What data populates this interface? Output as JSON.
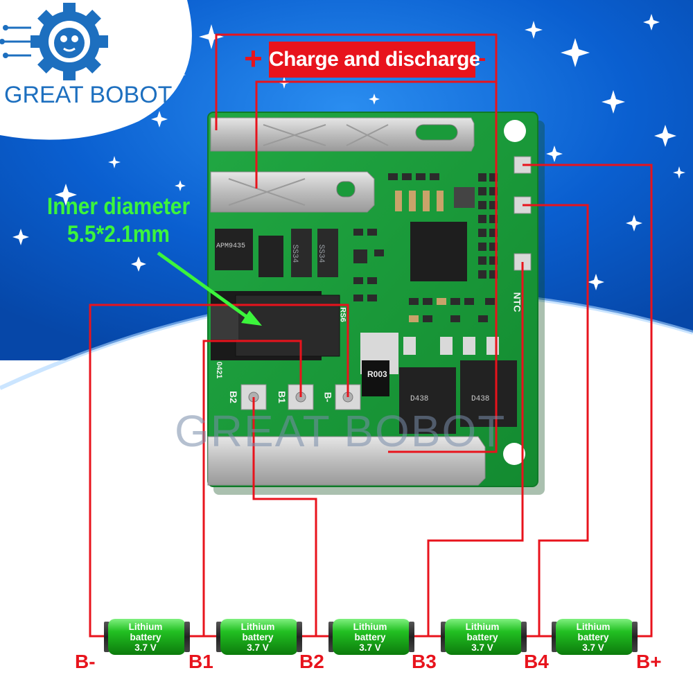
{
  "brand": {
    "name": "GREAT BOBOT",
    "watermark": "GREAT BOBOT"
  },
  "charge_label": {
    "text": "Charge and discharge",
    "plus": "+",
    "minus": "-"
  },
  "inner_diameter": {
    "line1": "Inner diameter",
    "line2": "5.5*2.1mm"
  },
  "board": {
    "silkscreen": {
      "b2": "B2",
      "b1": "B1",
      "bminus": "B-",
      "ntc": "NTC",
      "r003": "R003",
      "rs6": "RS6",
      "code": "0421",
      "chip1": "APM9435",
      "chip2": "SS34",
      "chip3": "SS34",
      "mos1": "D438",
      "mos2": "D438"
    }
  },
  "batteries": [
    {
      "line1": "Lithium",
      "line2": "battery",
      "line3": "3.7 V"
    },
    {
      "line1": "Lithium",
      "line2": "battery",
      "line3": "3.7 V"
    },
    {
      "line1": "Lithium",
      "line2": "battery",
      "line3": "3.7 V"
    },
    {
      "line1": "Lithium",
      "line2": "battery",
      "line3": "3.7 V"
    },
    {
      "line1": "Lithium",
      "line2": "battery",
      "line3": "3.7 V"
    }
  ],
  "terminals": [
    "B-",
    "B1",
    "B2",
    "B3",
    "B4",
    "B+"
  ],
  "colors": {
    "wire": "#e8131c",
    "pcb": "#1a9a3a",
    "background_top": "#0a6de0",
    "label_bg": "#e8131c",
    "inner_text": "#3cf53c",
    "battery": "#1fb81f"
  }
}
